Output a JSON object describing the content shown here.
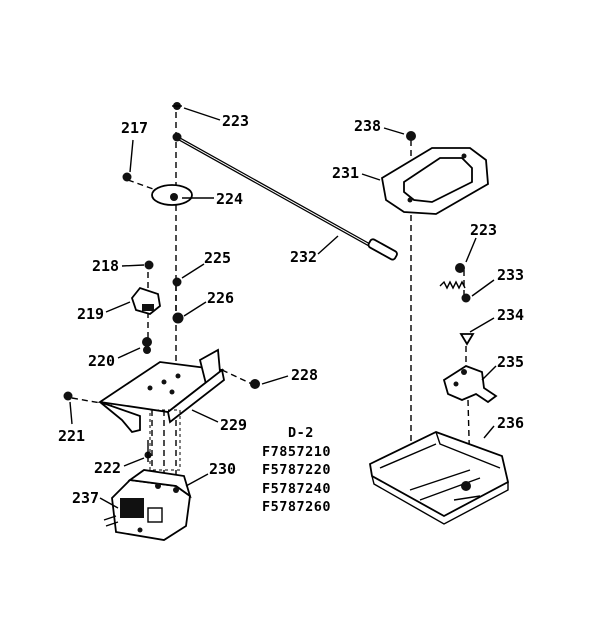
{
  "diagram": {
    "labels": {
      "217": "217",
      "218": "218",
      "219": "219",
      "220": "220",
      "221": "221",
      "222": "222",
      "223a": "223",
      "223b": "223",
      "224": "224",
      "225": "225",
      "226": "226",
      "228": "228",
      "229": "229",
      "230": "230",
      "231": "231",
      "232": "232",
      "233": "233",
      "234": "234",
      "235": "235",
      "236": "236",
      "237": "237",
      "238": "238"
    },
    "section": "D-2",
    "models": [
      "F7857210",
      "F5787220",
      "F5787240",
      "F5787260"
    ]
  }
}
